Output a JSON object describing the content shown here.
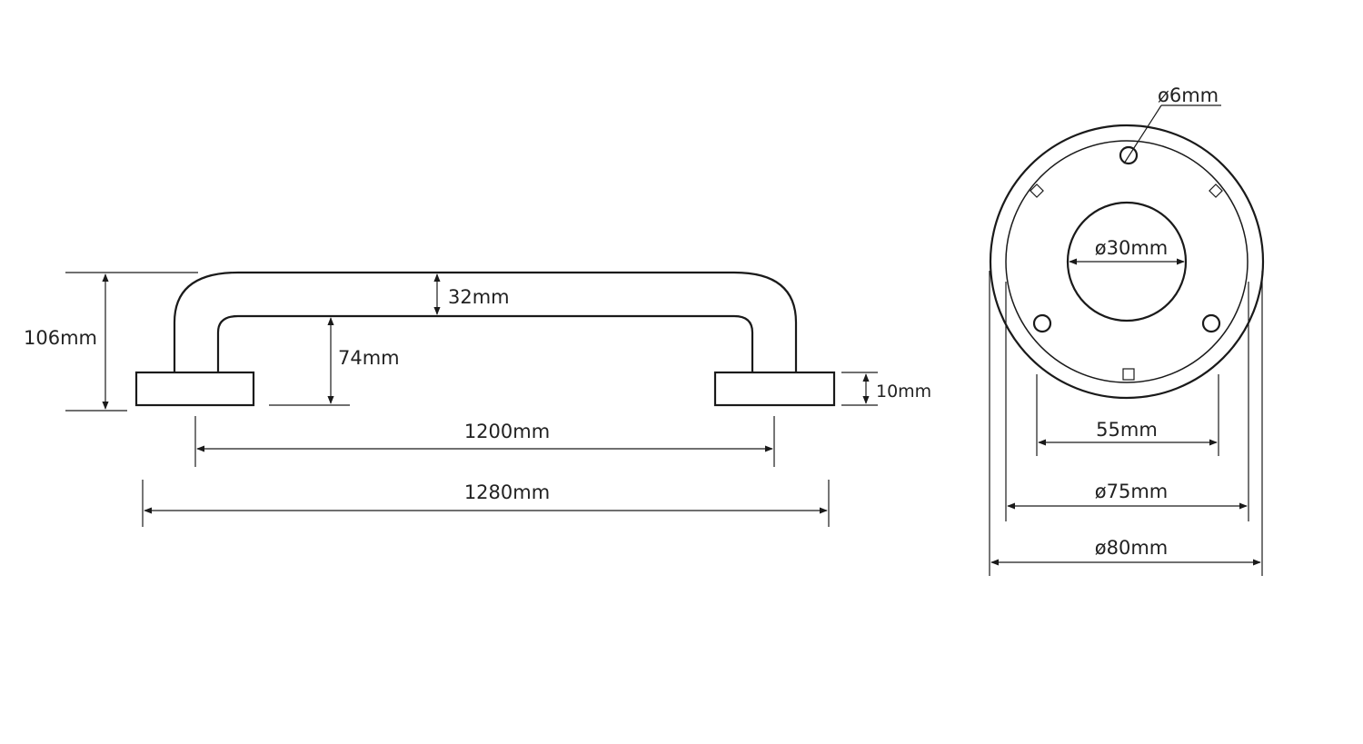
{
  "side_view": {
    "dims": {
      "tube_diameter": "32mm",
      "inner_height": "74mm",
      "total_height": "106mm",
      "flange_thickness": "10mm",
      "center_distance": "1200mm",
      "total_length": "1280mm"
    }
  },
  "flange_view": {
    "dims": {
      "screw_hole": "ø6mm",
      "tube_opening": "ø30mm",
      "hole_spacing": "55mm",
      "inner_plate": "ø75mm",
      "outer_cover": "ø80mm"
    }
  },
  "colors": {
    "line": "#1a1a1a",
    "text": "#222222",
    "background": "#ffffff"
  }
}
